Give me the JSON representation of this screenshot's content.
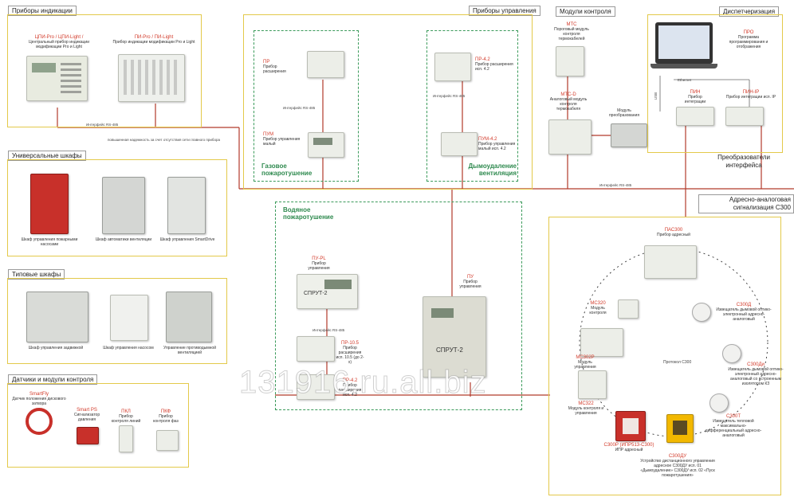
{
  "sections": {
    "indication": "Приборы индикации",
    "cabinets_universal": "Универсальные шкафы",
    "cabinets_typical": "Типовые шкафы",
    "sensors": "Датчики и модули контроля",
    "control": "Приборы управления",
    "modules": "Модули контроля",
    "dispatch": "Диспетчеризация",
    "converters": "Преобразователи интерфейса",
    "addressable": "Адресно-аналоговая сигнализация С300"
  },
  "groups": {
    "gas": "Газовое пожаротушение",
    "smoke": "Дымоудаление вентиляция",
    "water": "Водяное пожаротушение"
  },
  "interfaces": {
    "rs485_left": "Интерфейс RS-485",
    "rs485_right": "Интерфейс RS-485",
    "reliability": "повышенная надежность за счет отсутствия сети главного прибора",
    "ethernet": "Ethernet",
    "usb": "USB",
    "lbl_a": "Интерфейс RS-485",
    "lbl_b": "Интерфейс RS-485",
    "lbl_c": "Интерфейс RS-485"
  },
  "devices": {
    "cpi": {
      "name": "ЦПИ-Pro / ЦПИ-Light /",
      "desc": "Центральный прибор индикации модификации Pro и Light"
    },
    "pi": {
      "name": "ПИ-Pro / ПИ-Light",
      "desc": "Прибор индикации модификации Pro и Light"
    },
    "shu_pump": {
      "desc": "Шкаф управления пожарными насосами"
    },
    "shu_valve": {
      "desc": "Шкаф автоматики вентиляции"
    },
    "shu_smart": {
      "desc": "Шкаф управления SmartDrive"
    },
    "shu_valves": {
      "desc": "Шкаф управления задвижкой"
    },
    "shu_pumps": {
      "desc": "Шкаф управления насосом"
    },
    "shu_smoke": {
      "desc": "Управление противодымной вентиляцией"
    },
    "smartfly": {
      "name": "SmartFly",
      "desc": "Датчик положения дискового затвора"
    },
    "smartps": {
      "name": "Smart PS",
      "desc": "Сигнализатор давления"
    },
    "pkl": {
      "name": "ПКЛ",
      "desc": "Прибор контроля линий"
    },
    "pkf": {
      "name": "ПКФ",
      "desc": "Прибор контроля фаз"
    },
    "pr": {
      "name": "ПР",
      "desc": "Прибор расширения"
    },
    "pum": {
      "name": "ПУМ",
      "desc": "Прибор управления малый"
    },
    "pr42": {
      "name": "ПР-4.2",
      "desc": "Прибор расширения исп. 4.2"
    },
    "pum42": {
      "name": "ПУМ-4.2",
      "desc": "Прибор управления малый исп. 4.2"
    },
    "pupl": {
      "name": "ПУ-PL",
      "desc": "Прибор управления"
    },
    "pr105": {
      "name": "ПР-10.5",
      "desc": "Прибор расширения исп. 10.5 (до 2-х)"
    },
    "pr42b": {
      "name": "ПР-4.2",
      "desc": "Прибор расширения исп. 4.2"
    },
    "pu": {
      "name": "ПУ",
      "desc": "Прибор управления"
    },
    "mts": {
      "name": "МТС",
      "desc": "Пороговый модуль контроля термокабелей"
    },
    "mtsd": {
      "name": "МТС-D",
      "desc": "Аналоговый модуль контроля термокабеля"
    },
    "mp": {
      "desc": "Модуль преобразования"
    },
    "pro": {
      "name": "ПРО",
      "desc": "Программа программирования и отображения"
    },
    "pin": {
      "name": "ПИН",
      "desc": "Прибор интеграции"
    },
    "pinip": {
      "name": "ПИН-IP",
      "desc": "Прибор интеграции исп. IP"
    },
    "pas300": {
      "name": "ПАС300",
      "desc": "Прибор адресный"
    },
    "ms320": {
      "name": "МС320",
      "desc": "Модуль контроля"
    },
    "ms302p": {
      "name": "МС302Р",
      "desc": "Модуль управления"
    },
    "ms322": {
      "name": "МС322",
      "desc": "Модуль контроля и управления"
    },
    "s300d": {
      "name": "С300Д",
      "desc": "Извещатель дымовой оптико-электронный адресно-аналоговый"
    },
    "s300di": {
      "name": "С300Ди",
      "desc": "Извещатель дымовой оптико-электронный адресно-аналоговый со встроенным изолятором КЗ"
    },
    "s300t": {
      "name": "С300Т",
      "desc": "Извещатель тепловой максимально-дифференциальный адресно-аналоговый"
    },
    "s300r": {
      "name": "С300Р (ИПР513-С300)",
      "desc": "ИПР адресный"
    },
    "s300du": {
      "name": "С300ДУ",
      "desc": "Устройство дистанционного управления адресное С300ДУ исп. 01 «Дымоудаление» С300ДУ исп. 02 «Пуск пожаротушения»"
    },
    "protocol": "Протокол С300"
  },
  "panel_text": {
    "sprut": "СПРУТ-2"
  },
  "watermark": "131916.ru.all.biz",
  "colors": {
    "bus": "#c0392b",
    "section_border": "#e3c94a",
    "group_dash": "#3a9a5a"
  }
}
